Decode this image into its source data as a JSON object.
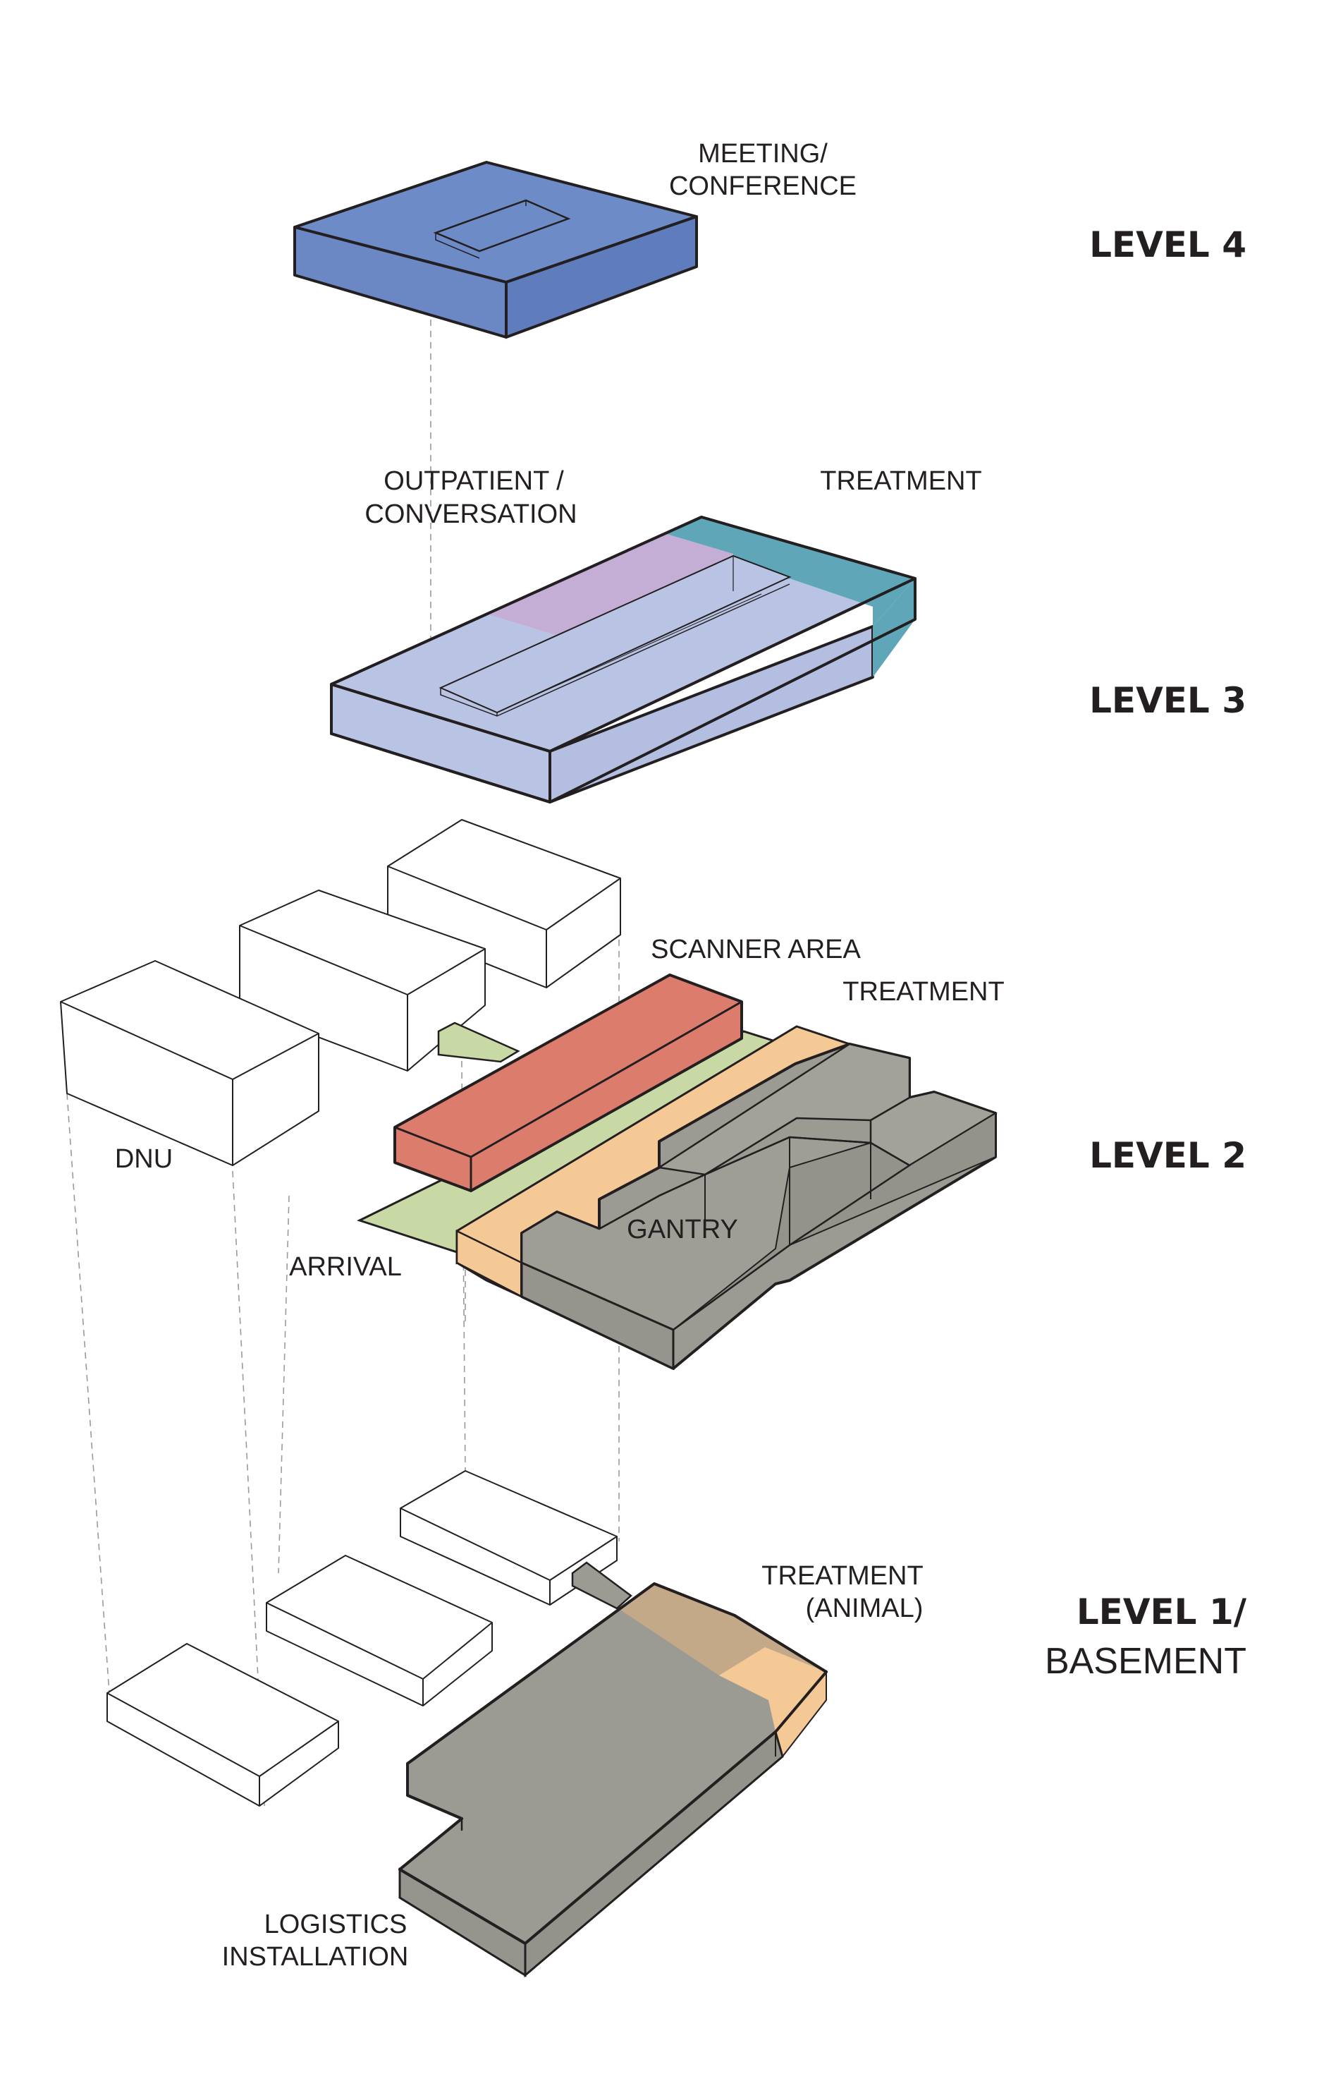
{
  "levels": {
    "level4": "LEVEL 4",
    "level3": "LEVEL 3",
    "level2": "LEVEL 2",
    "level1": "LEVEL 1/",
    "basement": "BASEMENT"
  },
  "labels": {
    "meeting_line1": "MEETING/",
    "meeting_line2": "CONFERENCE",
    "outpatient_line1": "OUTPATIENT /",
    "outpatient_line2": "CONVERSATION",
    "treatment_l3": "TREATMENT",
    "scanner_area": "SCANNER AREA",
    "treatment_l2": "TREATMENT",
    "dnu": "DNU",
    "gantry": "GANTRY",
    "arrival": "ARRIVAL",
    "treatment_l1_line1": "TREATMENT",
    "treatment_l1_line2": "(ANIMAL)",
    "logistics_line1": "LOGISTICS",
    "logistics_line2": "INSTALLATION"
  },
  "colors": {
    "meeting": "#6c8bc7",
    "outpatient_floor": "#b9c3e3",
    "conversation": "#c5aed6",
    "treatment_teal": "#5fa7b8",
    "scanner": "#dc7c6c",
    "arrival": "#c9d9a5",
    "gantry": "#f4c996",
    "treatment_grey": "#9b9b93",
    "animal": "#c4a989"
  }
}
